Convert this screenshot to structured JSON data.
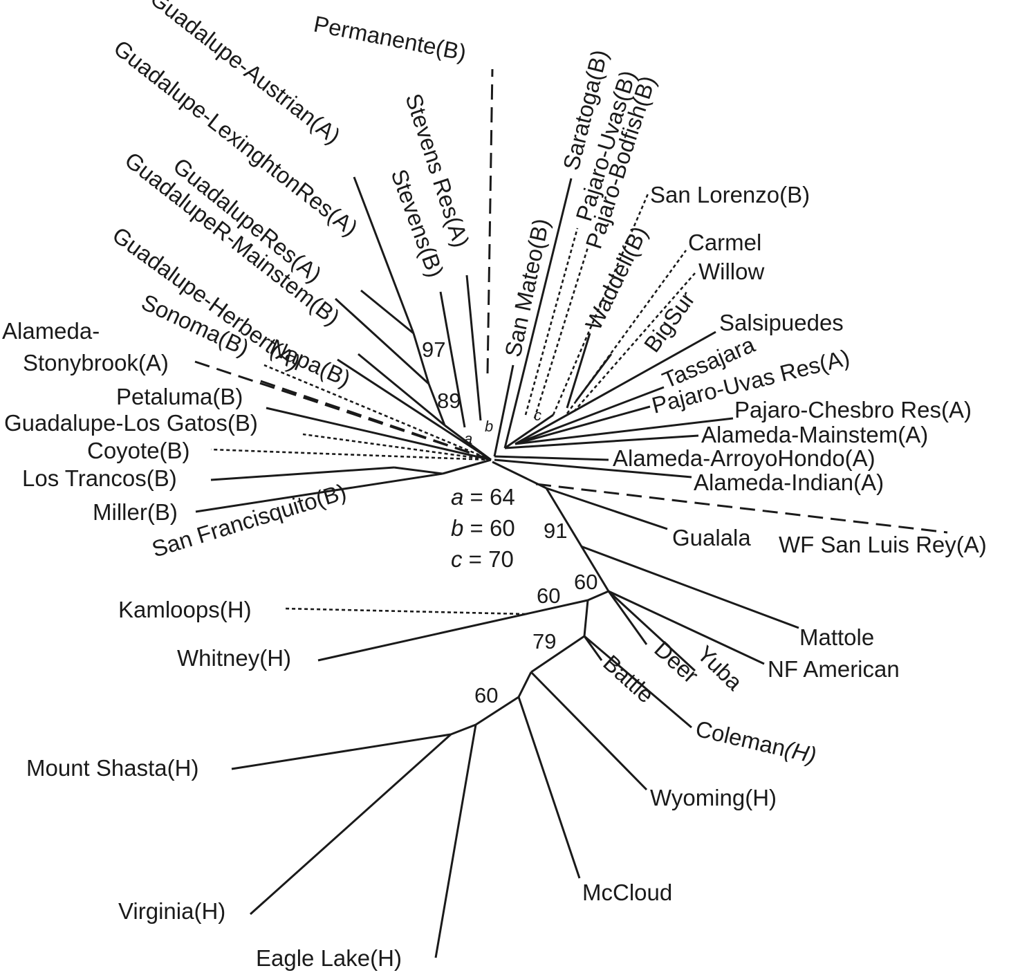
{
  "figure": {
    "taxa": [
      {
        "id": "permanente",
        "label": "Permanente(B)"
      },
      {
        "id": "stevens-res",
        "label": "Stevens Res(A)"
      },
      {
        "id": "stevens",
        "label": "Stevens(B)"
      },
      {
        "id": "guadalupe-austrian",
        "label": "Guadalupe-Austrian(A)"
      },
      {
        "id": "guadalupe-lexington",
        "label": "Guadalupe-LexinghtonRes(A)"
      },
      {
        "id": "guadalupe-res",
        "label": "GuadalupeRes(A)"
      },
      {
        "id": "guadalupe-r-mainstem",
        "label": "GuadalupeR-Mainstem(B)"
      },
      {
        "id": "guadalupe-herbert",
        "label": "Guadalupe-Herbert(A)"
      },
      {
        "id": "alameda-stonybrook-1",
        "label": "Alameda-"
      },
      {
        "id": "alameda-stonybrook-2",
        "label": "Stonybrook(A)"
      },
      {
        "id": "sonoma",
        "label": "Sonoma(B)"
      },
      {
        "id": "napa",
        "label": "Napa(B)"
      },
      {
        "id": "petaluma",
        "label": "Petaluma(B)"
      },
      {
        "id": "guadalupe-los-gatos",
        "label": "Guadalupe-Los Gatos(B)"
      },
      {
        "id": "coyote",
        "label": "Coyote(B)"
      },
      {
        "id": "los-trancos",
        "label": "Los Trancos(B)"
      },
      {
        "id": "miller",
        "label": "Miller(B)"
      },
      {
        "id": "san-francisquito",
        "label": "San Francisquito(B)"
      },
      {
        "id": "san-mateo",
        "label": "San Mateo(B)"
      },
      {
        "id": "saratoga",
        "label": "Saratoga(B)"
      },
      {
        "id": "pajaro-uvas",
        "label": "Pajaro-Uvas(B)"
      },
      {
        "id": "pajaro-bodfish",
        "label": "Pajaro-Bodfish(B)"
      },
      {
        "id": "san-lorenzo",
        "label": "San Lorenzo(B)"
      },
      {
        "id": "carmel",
        "label": "Carmel"
      },
      {
        "id": "willow",
        "label": "Willow"
      },
      {
        "id": "waddell",
        "label": "Waddell(B)"
      },
      {
        "id": "bigsur",
        "label": "BigSur"
      },
      {
        "id": "salsipuedes",
        "label": "Salsipuedes"
      },
      {
        "id": "tassajara",
        "label": "Tassajara"
      },
      {
        "id": "pajaro-uvas-res",
        "label": "Pajaro-Uvas Res(A)"
      },
      {
        "id": "pajaro-chesbro-res",
        "label": "Pajaro-Chesbro Res(A)"
      },
      {
        "id": "alameda-mainstem",
        "label": "Alameda-Mainstem(A)"
      },
      {
        "id": "alameda-arroyohondo",
        "label": "Alameda-ArroyoHondo(A)"
      },
      {
        "id": "alameda-indian",
        "label": "Alameda-Indian(A)"
      },
      {
        "id": "gualala",
        "label": "Gualala"
      },
      {
        "id": "wf-san-luis-rey",
        "label": "WF San Luis Rey(A)"
      },
      {
        "id": "mattole",
        "label": "Mattole"
      },
      {
        "id": "nf-american",
        "label": "NF American"
      },
      {
        "id": "yuba",
        "label": "Yuba"
      },
      {
        "id": "deer",
        "label": "Deer"
      },
      {
        "id": "battle",
        "label": "Battle"
      },
      {
        "id": "coleman",
        "label": "Coleman"
      },
      {
        "id": "coleman-suffix",
        "label": "(H)"
      },
      {
        "id": "kamloops",
        "label": "Kamloops(H)"
      },
      {
        "id": "whitney",
        "label": "Whitney(H)"
      },
      {
        "id": "mount-shasta",
        "label": "Mount Shasta(H)"
      },
      {
        "id": "wyoming",
        "label": "Wyoming(H)"
      },
      {
        "id": "mccloud",
        "label": "McCloud"
      },
      {
        "id": "virginia",
        "label": "Virginia(H)"
      },
      {
        "id": "eagle-lake",
        "label": "Eagle Lake(H)"
      }
    ],
    "bootstrap_labels": [
      "97",
      "89",
      "91",
      "60",
      "60",
      "79",
      "60"
    ],
    "node_letters": [
      "a",
      "b",
      "c"
    ],
    "legend": [
      {
        "letter": "a",
        "value": "64"
      },
      {
        "letter": "b",
        "value": "60"
      },
      {
        "letter": "c",
        "value": "70"
      }
    ]
  }
}
